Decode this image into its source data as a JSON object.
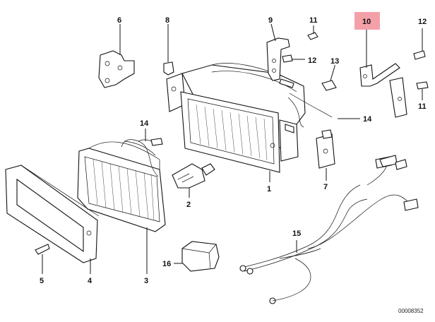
{
  "callouts": {
    "p1": "1",
    "p2": "2",
    "p3": "3",
    "p4": "4",
    "p5": "5",
    "p6": "6",
    "p7": "7",
    "p8": "8",
    "p9": "9",
    "p10": "10",
    "p11a": "11",
    "p11b": "11",
    "p12a": "12",
    "p12b": "12",
    "p13": "13",
    "p14a": "14",
    "p14b": "14",
    "p15": "15",
    "p16": "16"
  },
  "highlight_color": "#f4a0a8",
  "diagram_code": "00008352"
}
